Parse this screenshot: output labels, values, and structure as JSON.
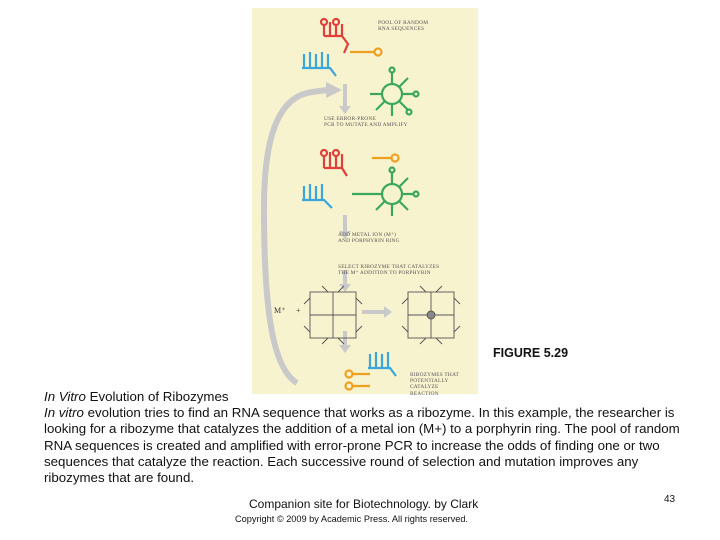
{
  "figure": {
    "labels": {
      "pool": "POOL OF RANDOM\nRNA SEQUENCES",
      "pcr": "USE ERROR-PRONE\nPCR TO MUTATE AND AMPLIFY",
      "add": "ADD METAL ION (M⁺)\nAND PORPHYRIN RING",
      "select": "SELECT RIBOZYME THAT CATALYZES\nTHE M⁺ ADDITION TO PORPHYRIN",
      "result": "RIBOZYMES THAT\nPOTENTIALLY CATALYZE\nREACTION",
      "ion": "M⁺",
      "plus": "+"
    },
    "colors": {
      "background": "#f8f3cf",
      "red": "#e0403a",
      "orange": "#f0a020",
      "blue": "#3aa6dc",
      "green": "#3aa85a",
      "arrow": "#c9c9c9"
    }
  },
  "figure_label": "FIGURE 5.29",
  "caption": {
    "title": "In Vitro",
    "title_rest": " Evolution of Ribozymes",
    "lead": "In vitro",
    "body": " evolution tries to find an RNA sequence that works as a ribozyme. In this example, the researcher is looking for a ribozyme that catalyzes the addition of a metal ion (M+) to a porphyrin ring. The pool of random RNA sequences is created and amplified with error-prone PCR to increase the odds of finding one or two sequences that catalyze the reaction. Each successive round of selection and mutation improves any ribozymes that are found."
  },
  "footer": {
    "line1": "Companion site for Biotechnology. by Clark",
    "line2": "Copyright © 2009 by Academic Press. All rights reserved."
  },
  "page_number": "43"
}
